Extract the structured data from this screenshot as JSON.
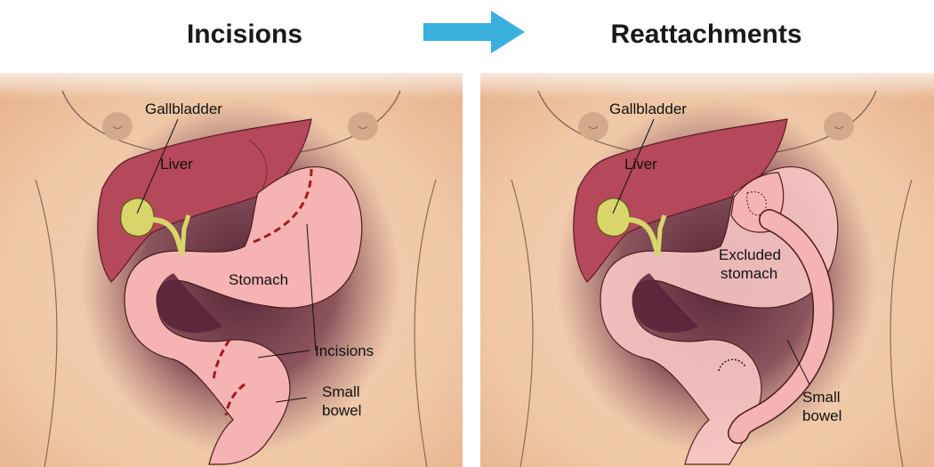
{
  "headings": {
    "left": "Incisions",
    "right": "Reattachments"
  },
  "left_labels": {
    "gallbladder": "Gallbladder",
    "liver": "Liver",
    "stomach": "Stomach",
    "incisions": "Incisions",
    "small_bowel_line1": "Small",
    "small_bowel_line2": "bowel"
  },
  "right_labels": {
    "gallbladder": "Gallbladder",
    "liver": "Liver",
    "excluded_line1": "Excluded",
    "excluded_line2": "stomach",
    "small_bowel_line1": "Small",
    "small_bowel_line2": "bowel"
  },
  "colors": {
    "arrow": "#3ab0dd",
    "skin": "#f0c8a8",
    "shadow": "#5b2538",
    "liver": "#b5485a",
    "gallbladder": "#d8d66a",
    "stomach": "#f5b3b3",
    "incision": "#a01c1c"
  }
}
